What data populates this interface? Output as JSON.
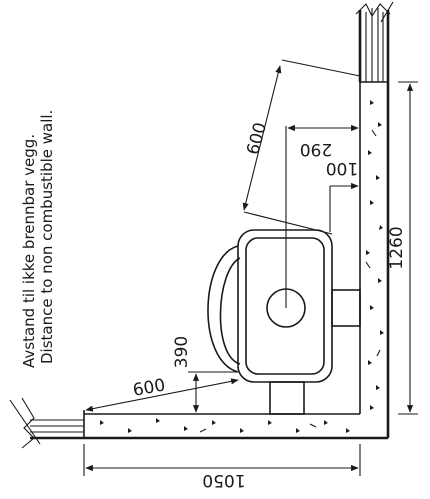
{
  "captions": {
    "line1": "Avstand til ikke brennbar vegg.",
    "line2": "Distance to non combustible wall."
  },
  "dimensions": {
    "diag_top": "600",
    "back_offset": "290",
    "side_offset": "100",
    "height": "1260",
    "floor_height": "390",
    "diag_bottom": "600",
    "width": "1050"
  }
}
